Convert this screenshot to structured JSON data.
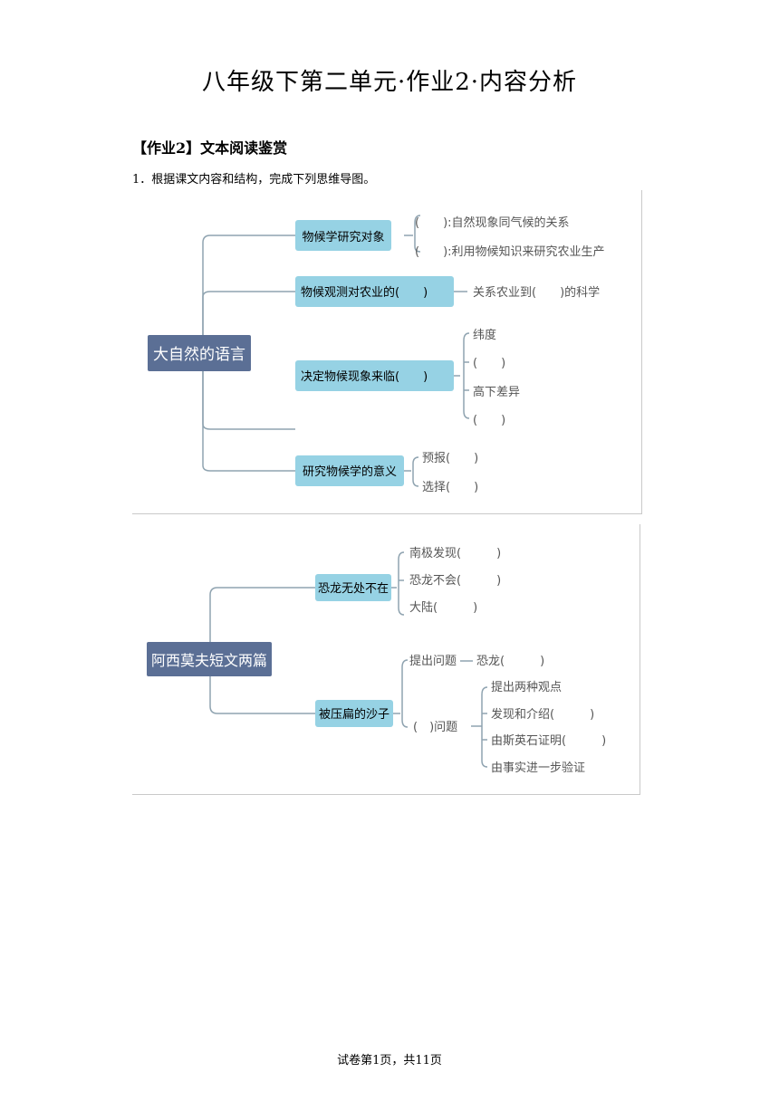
{
  "page": {
    "title": "八年级下第二单元·作业2·内容分析",
    "section": "【作业2】文本阅读鉴赏",
    "question": "1．根据课文内容和结构，完成下列思维导图。",
    "footer": "试卷第1页，共11页"
  },
  "map1": {
    "root": "大自然的语言",
    "b1": "物候学研究对象",
    "b1_leaf1": "(　　):自然现象同气候的关系",
    "b1_leaf2": "(　　):利用物候知识来研究农业生产",
    "b2": "物候观测对农业的(　　)",
    "b2_leaf": "关系农业到(　　)的科学",
    "b3": "决定物候现象来临(　　)",
    "b3_leaf1": "纬度",
    "b3_leaf2": "(　　)",
    "b3_leaf3": "高下差异",
    "b3_leaf4": "(　　)",
    "b4": "研究物候学的意义",
    "b4_leaf1": "预报(　　)",
    "b4_leaf2": "选择(　　)"
  },
  "map2": {
    "root": "阿西莫夫短文两篇",
    "b1": "恐龙无处不在",
    "b1_leaf1": "南极发现(　　　)",
    "b1_leaf2": "恐龙不会(　　　)",
    "b1_leaf3": "大陆(　　　)",
    "b2": "被压扁的沙子",
    "b2_sub1": "提出问题",
    "b2_sub1_leaf": "恐龙(　　　)",
    "b2_sub2": "(　)问题",
    "b2_sub2_leaf1": "提出两种观点",
    "b2_sub2_leaf2": "发现和介绍(　　　)",
    "b2_sub2_leaf3": "由斯英石证明(　　　)",
    "b2_sub2_leaf4": "由事实进一步验证"
  },
  "colors": {
    "root_fill": "#5b6f95",
    "branch_fill": "#96d2e4",
    "line": "#8fa3b0",
    "leaf_text": "#555555"
  }
}
